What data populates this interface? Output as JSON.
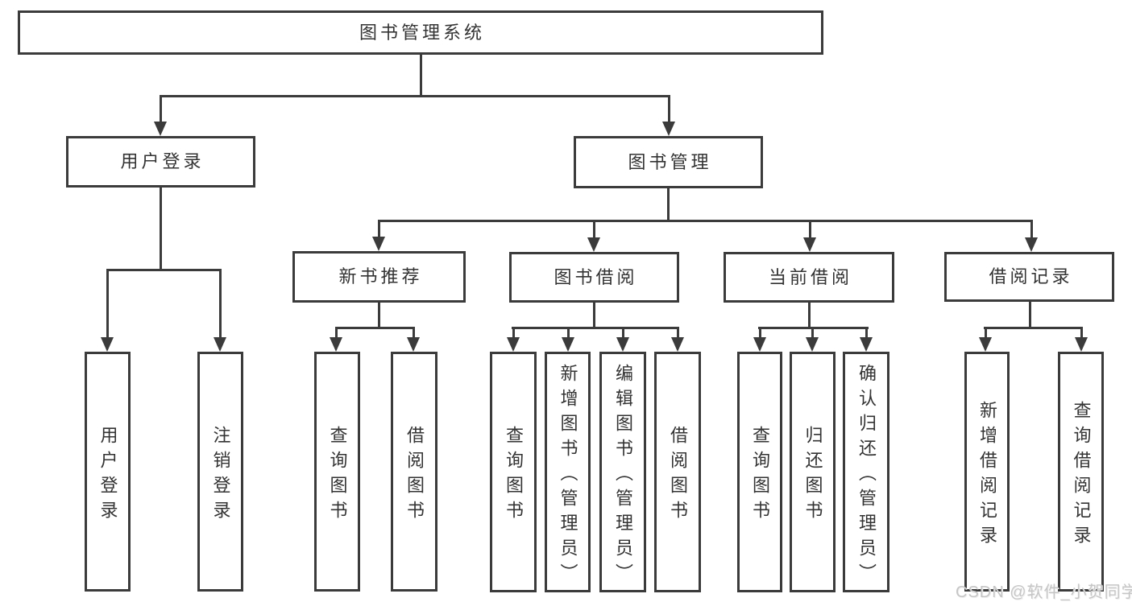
{
  "diagram": {
    "title": "图书管理系统",
    "nodes": [
      {
        "id": "root",
        "label": "图书管理系统",
        "level": 1
      },
      {
        "id": "user-login",
        "label": "用户登录",
        "level": 2
      },
      {
        "id": "book-mgmt",
        "label": "图书管理",
        "level": 2
      },
      {
        "id": "new-book-rec",
        "label": "新书推荐",
        "level": 3
      },
      {
        "id": "book-borrow",
        "label": "图书借阅",
        "level": 3
      },
      {
        "id": "current-borrow",
        "label": "当前借阅",
        "level": 3
      },
      {
        "id": "borrow-record",
        "label": "借阅记录",
        "level": 3
      },
      {
        "id": "login-user",
        "label": "用户登录",
        "level": 4
      },
      {
        "id": "login-logout",
        "label": "注销登录",
        "level": 4
      },
      {
        "id": "rec-query",
        "label": "查询图书",
        "level": 4
      },
      {
        "id": "rec-borrow",
        "label": "借阅图书",
        "level": 4
      },
      {
        "id": "borrow-query",
        "label": "查询图书",
        "level": 4
      },
      {
        "id": "borrow-add",
        "label": "新增图书（管理员）",
        "level": 4
      },
      {
        "id": "borrow-edit",
        "label": "编辑图书（管理员）",
        "level": 4
      },
      {
        "id": "borrow-borrow",
        "label": "借阅图书",
        "level": 4
      },
      {
        "id": "cur-query",
        "label": "查询图书",
        "level": 4
      },
      {
        "id": "cur-return",
        "label": "归还图书",
        "level": 4
      },
      {
        "id": "cur-confirm",
        "label": "确认归还（管理员）",
        "level": 4
      },
      {
        "id": "record-add",
        "label": "新增借阅记录",
        "level": 4
      },
      {
        "id": "record-query",
        "label": "查询借阅记录",
        "level": 4
      }
    ],
    "edges": [
      [
        "root",
        "user-login"
      ],
      [
        "root",
        "book-mgmt"
      ],
      [
        "user-login",
        "login-user"
      ],
      [
        "user-login",
        "login-logout"
      ],
      [
        "book-mgmt",
        "new-book-rec"
      ],
      [
        "book-mgmt",
        "book-borrow"
      ],
      [
        "book-mgmt",
        "current-borrow"
      ],
      [
        "book-mgmt",
        "borrow-record"
      ],
      [
        "new-book-rec",
        "rec-query"
      ],
      [
        "new-book-rec",
        "rec-borrow"
      ],
      [
        "book-borrow",
        "borrow-query"
      ],
      [
        "book-borrow",
        "borrow-add"
      ],
      [
        "book-borrow",
        "borrow-edit"
      ],
      [
        "book-borrow",
        "borrow-borrow"
      ],
      [
        "current-borrow",
        "cur-query"
      ],
      [
        "current-borrow",
        "cur-return"
      ],
      [
        "current-borrow",
        "cur-confirm"
      ],
      [
        "borrow-record",
        "record-add"
      ],
      [
        "borrow-record",
        "record-query"
      ]
    ],
    "colors": {
      "ink": "#3b3b3b",
      "text": "#333333",
      "background": "#ffffff",
      "watermark": "#c6c6c6"
    },
    "watermark": "CSDN @软件_小贺同学"
  }
}
